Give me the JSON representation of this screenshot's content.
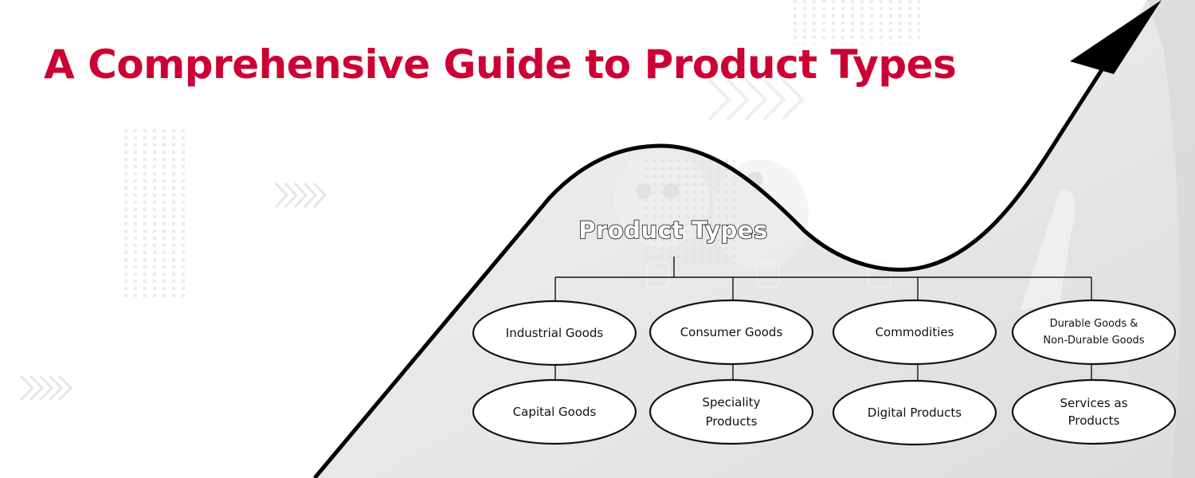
{
  "header": {
    "title": "A Comprehensive Guide to Product Types",
    "title_color": "#cc0033"
  },
  "diagram": {
    "root": "Product Types",
    "line_color": "#111111",
    "node_fill": "#ffffff",
    "background_panel_color": "#e4e4e4",
    "columns": [
      {
        "top": "Industrial Goods",
        "bottom": "Capital Goods"
      },
      {
        "top": "Consumer Goods",
        "bottom": [
          "Speciality",
          "Products"
        ]
      },
      {
        "top": "Commodities",
        "bottom": "Digital Products"
      },
      {
        "top": [
          "Durable Goods &",
          "Non-Durable Goods"
        ],
        "bottom": [
          "Services as",
          "Products"
        ]
      }
    ]
  },
  "decorations": {
    "chevron_color": "#e6e6e6",
    "dot_color": "#ececec",
    "arrow_color": "#000000"
  }
}
